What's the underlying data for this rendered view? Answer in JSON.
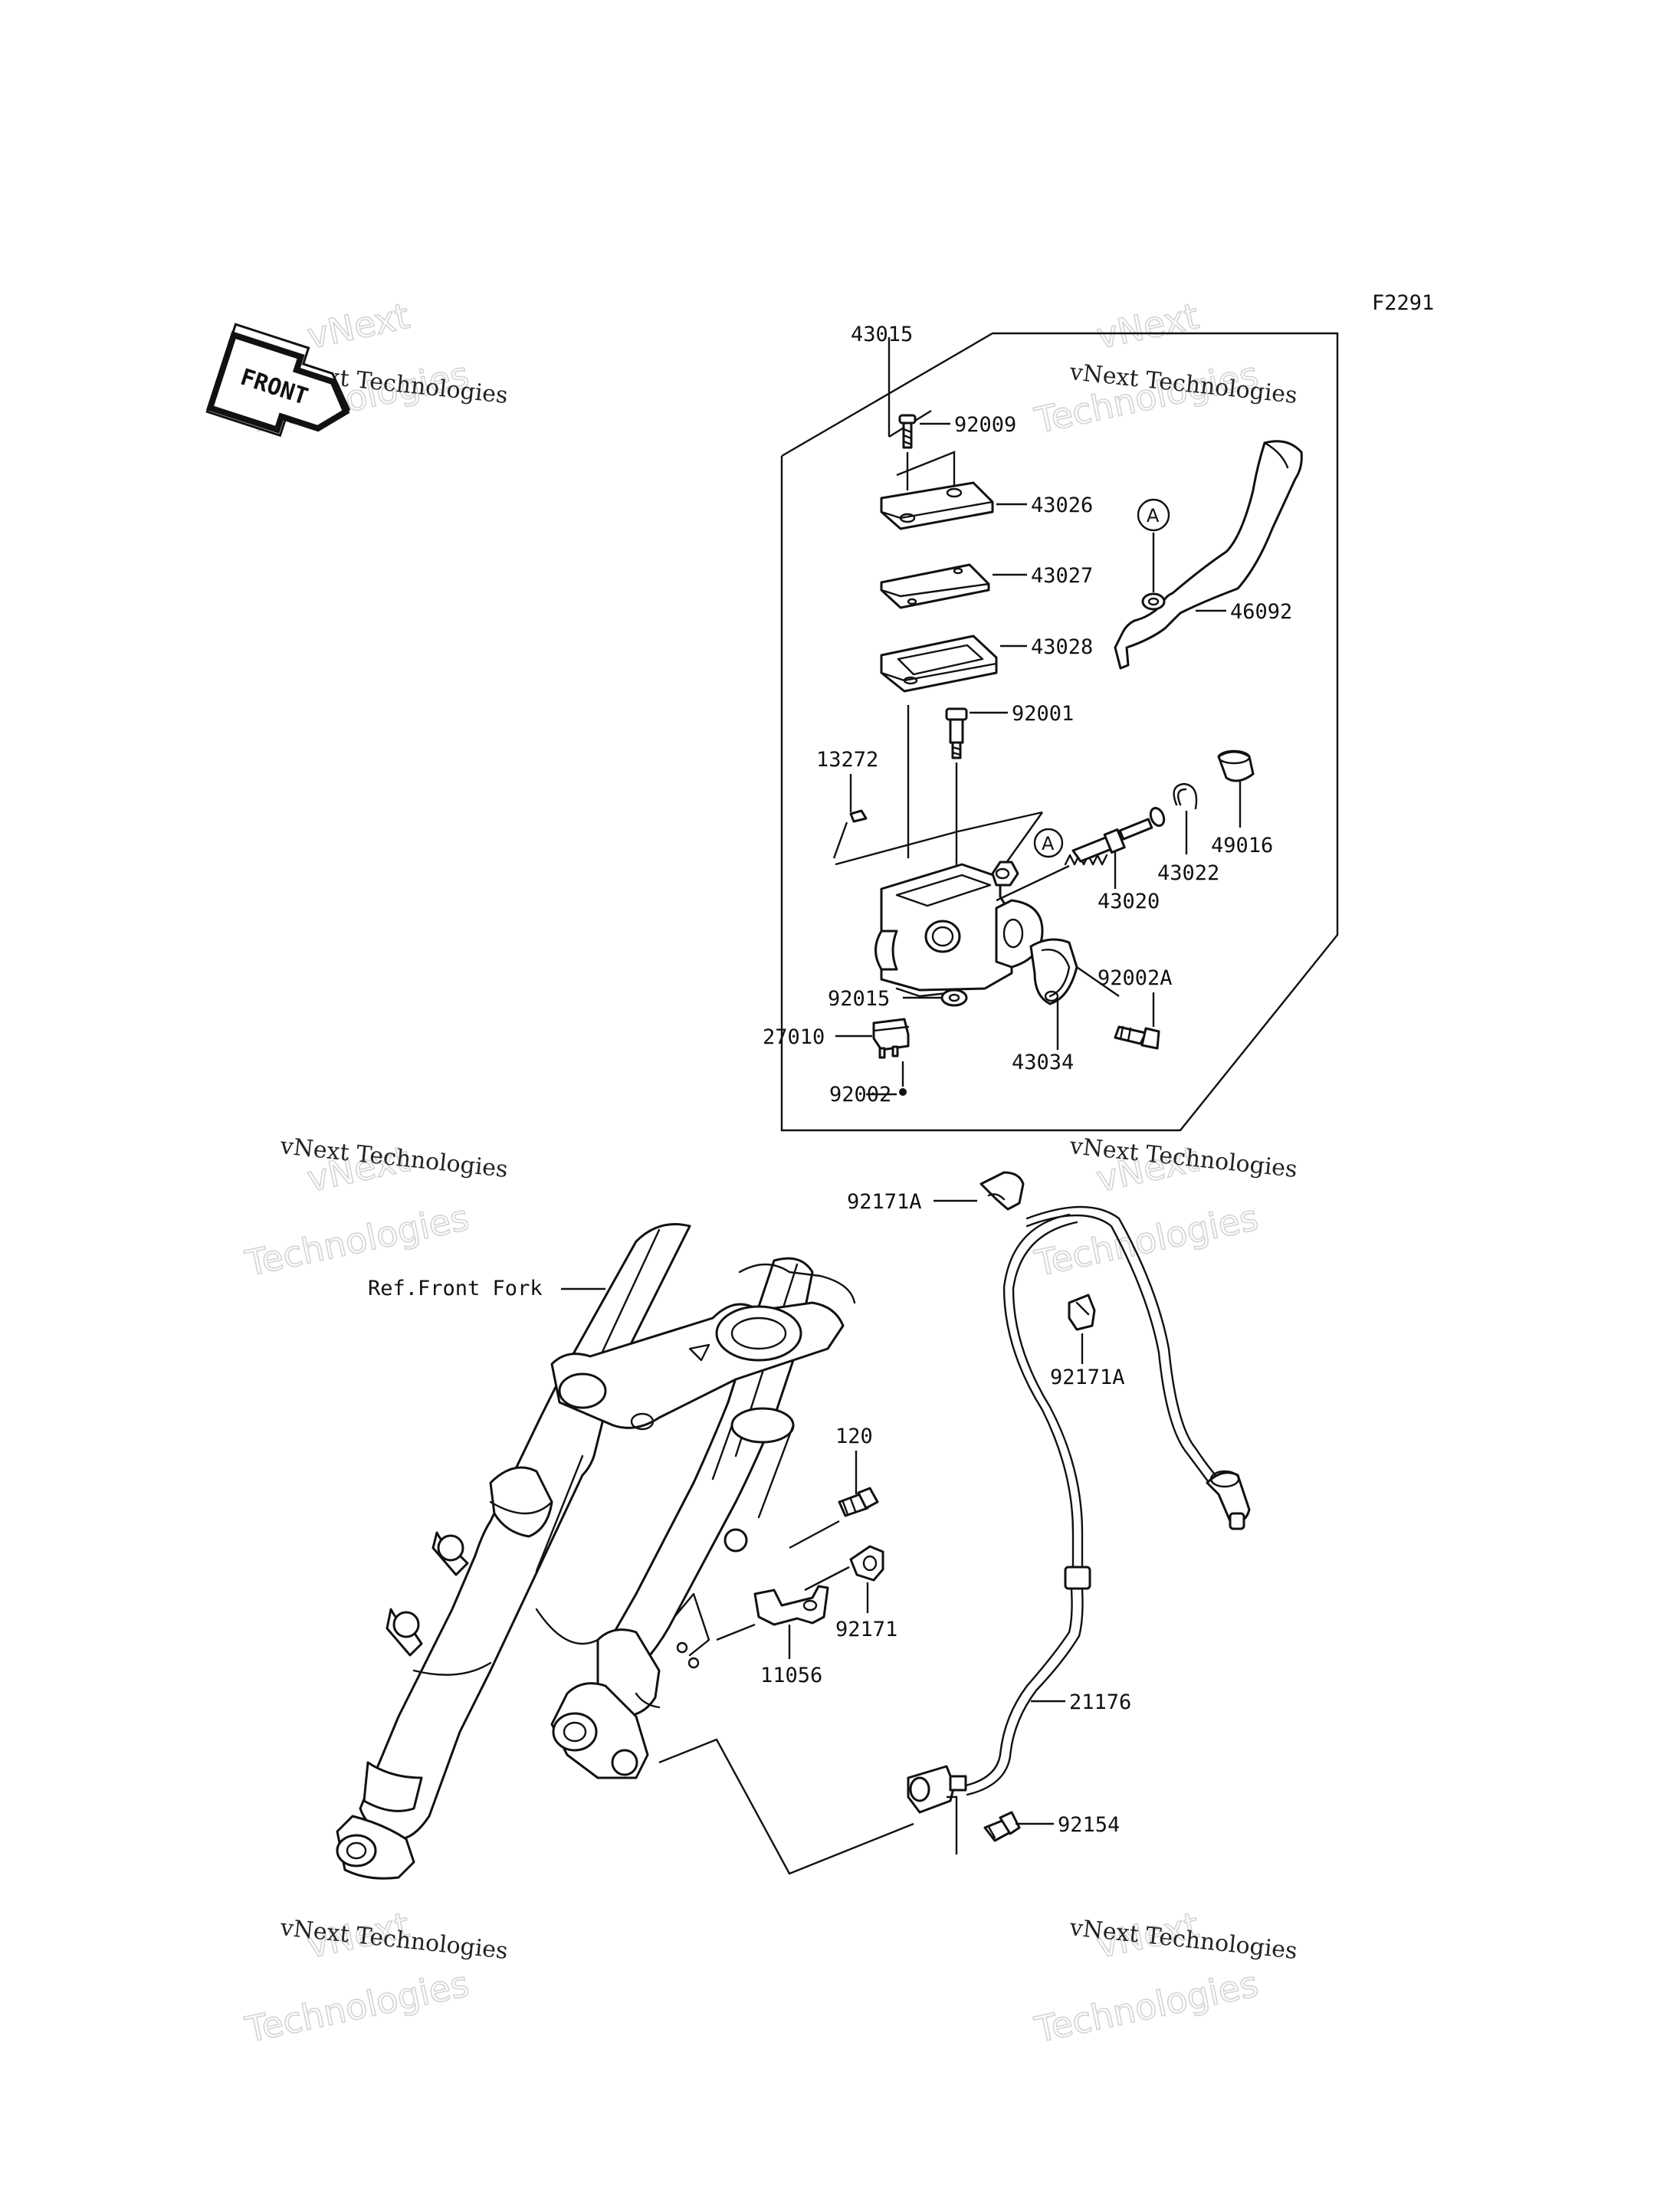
{
  "figure_code": "F2291",
  "front_arrow_text": "FRONT",
  "watermark": {
    "caption": "vNext Technologies",
    "line1": "vNext",
    "line2": "Technologies"
  },
  "callout_marker": "A",
  "reference_label": "Ref.Front Fork",
  "parts": {
    "p43015": "43015",
    "p92009": "92009",
    "p43026": "43026",
    "p43027": "43027",
    "p43028": "43028",
    "p46092": "46092",
    "p92001": "92001",
    "p13272": "13272",
    "p49016": "49016",
    "p43022": "43022",
    "p43020": "43020",
    "p92002A": "92002A",
    "p92015": "92015",
    "p27010": "27010",
    "p43034": "43034",
    "p92002": "92002",
    "p92171A_top": "92171A",
    "p92171A_mid": "92171A",
    "p120": "120",
    "p92171": "92171",
    "p11056": "11056",
    "p21176": "21176",
    "p92154": "92154"
  }
}
